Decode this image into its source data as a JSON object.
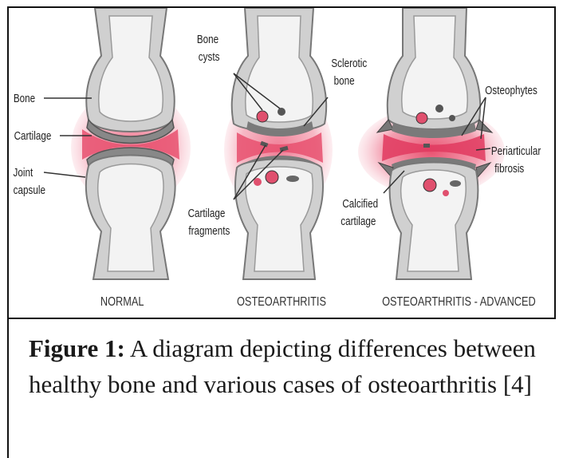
{
  "panels": {
    "normal": {
      "title": "NORMAL",
      "labels": {
        "bone": "Bone",
        "cartilage": "Cartilage",
        "joint_capsule_1": "Joint",
        "joint_capsule_2": "capsule"
      }
    },
    "osteoarthritis": {
      "title": "OSTEOARTHRITIS",
      "labels": {
        "bone_cysts_1": "Bone",
        "bone_cysts_2": "cysts",
        "sclerotic_bone_1": "Sclerotic",
        "sclerotic_bone_2": "bone",
        "cartilage_fragments_1": "Cartilage",
        "cartilage_fragments_2": "fragments"
      }
    },
    "advanced": {
      "title": "OSTEOARTHRITIS - ADVANCED",
      "labels": {
        "osteophytes": "Osteophytes",
        "periarticular_fibrosis_1": "Periarticular",
        "periarticular_fibrosis_2": "fibrosis",
        "calcified_cartilage_1": "Calcified",
        "calcified_cartilage_2": "cartilage"
      }
    }
  },
  "caption": {
    "label": "Figure 1:",
    "text": " A diagram depicting differences between healthy bone and various cases of osteoarthritis [4]"
  },
  "colors": {
    "bone": "#d2d2d2",
    "marrow": "#f2f2f2",
    "capsule": "#f08aa0",
    "lesion": "#e0506e"
  }
}
